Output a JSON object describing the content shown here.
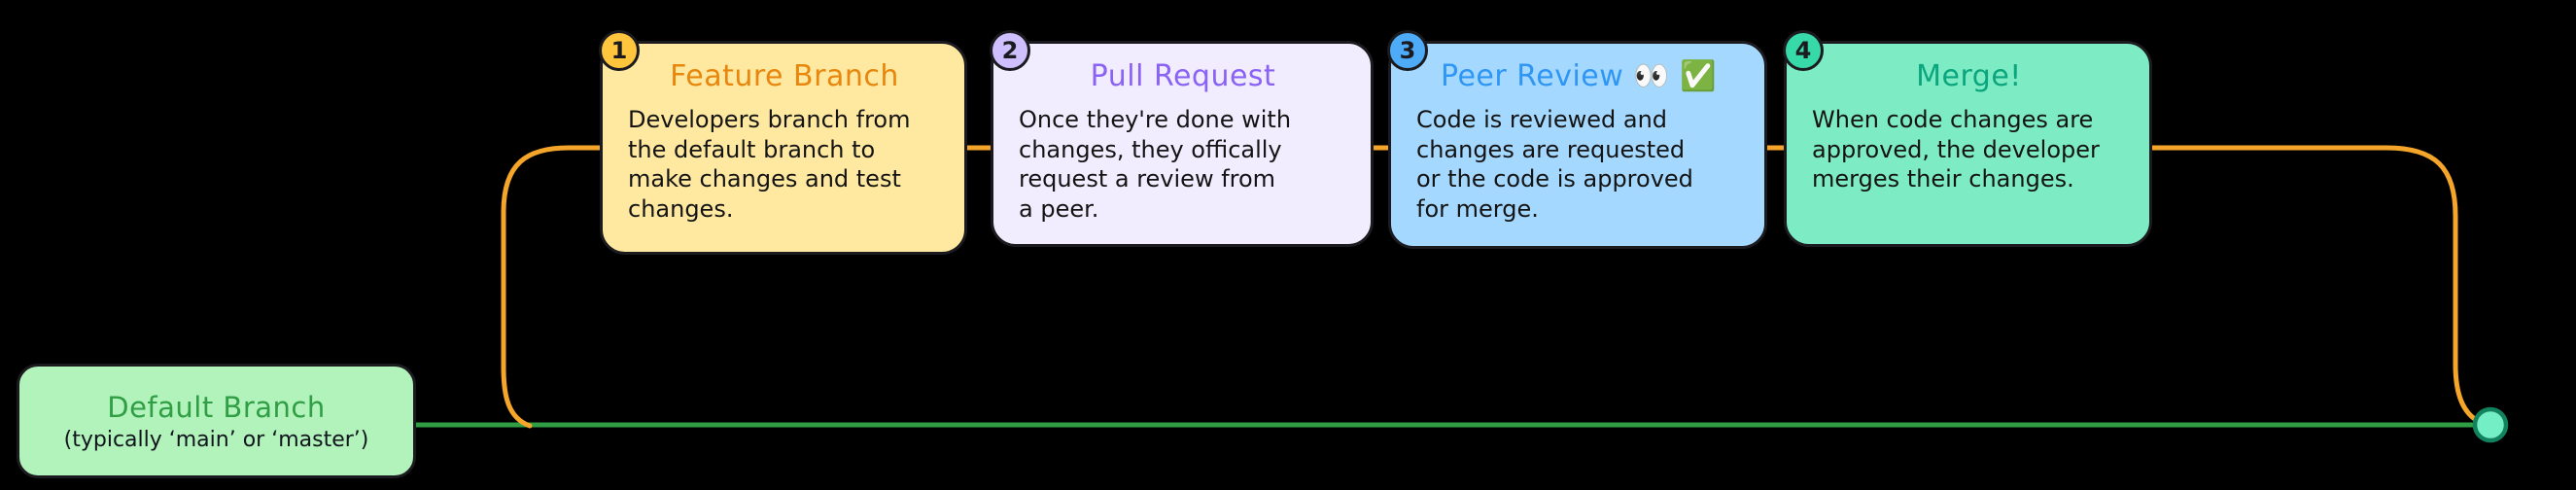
{
  "diagram": {
    "default_branch": {
      "title": "Default Branch",
      "subtitle": "(typically ‘main’ or ‘master’)",
      "fill": "#b2f2bb",
      "title_color": "#2f9e44",
      "subtitle_color": "#10151c"
    },
    "steps": [
      {
        "number": "1",
        "title": "Feature Branch",
        "emoji": "",
        "body": "Developers branch from\nthe default branch to\nmake changes and test\nchanges.",
        "fill": "#ffe9a0",
        "accent": "#e8870e",
        "badge_fill": "#ffc53d"
      },
      {
        "number": "2",
        "title": "Pull Request",
        "emoji": "",
        "body": "Once they're done with\nchanges, they offically\nrequest a review from\na peer.",
        "fill": "#f1edff",
        "accent": "#8a63f5",
        "badge_fill": "#d0bfff"
      },
      {
        "number": "3",
        "title": "Peer Review",
        "emoji": " 👀 ✅",
        "body": "Code is reviewed and\nchanges are requested\nor the code is approved\nfor merge.",
        "fill": "#a5d8ff",
        "accent": "#2f96f3",
        "badge_fill": "#4dabf7"
      },
      {
        "number": "4",
        "title": "Merge!",
        "emoji": "",
        "body": "When code changes are\napproved, the developer\nmerges their changes.",
        "fill": "#7debc4",
        "accent": "#0ba57e",
        "badge_fill": "#38d9a9"
      }
    ],
    "lines": {
      "feature_branch_color": "#f5a62a",
      "default_branch_color": "#2f9e44",
      "merge_dot_fill": "#74eec5",
      "merge_dot_stroke": "#12815e"
    }
  }
}
